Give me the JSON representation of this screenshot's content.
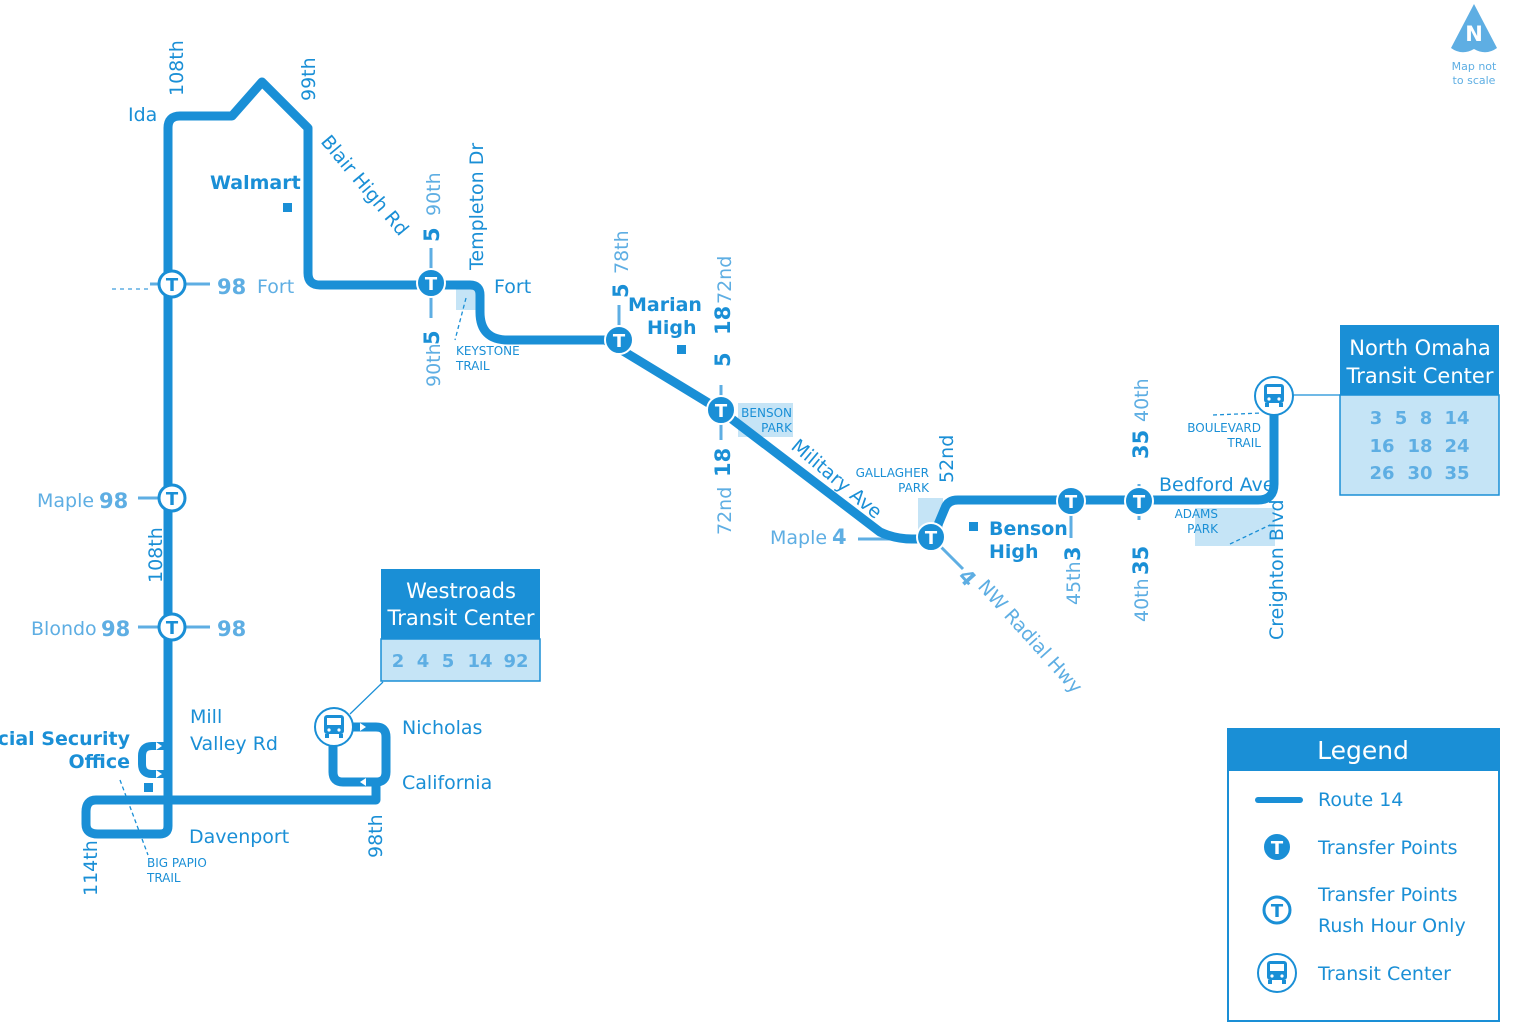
{
  "colors": {
    "route": "#1a8fd6",
    "light_text": "#5eaee3",
    "panel_fill": "#c5e4f6",
    "white": "#ffffff"
  },
  "north_arrow": {
    "letter": "N",
    "note_line1": "Map not",
    "note_line2": "to scale"
  },
  "streets": {
    "ida": "Ida",
    "s108th_top": "108th",
    "s99th": "99th",
    "blair_high_rd": "Blair High Rd",
    "s90th_top": "90th",
    "templeton_dr": "Templeton Dr",
    "fort_east": "Fort",
    "fort_west": "Fort",
    "s78th": "78th",
    "s72nd_top": "72nd",
    "s90th_bottom": "90th",
    "military_ave": "Military Ave",
    "s72nd_bottom": "72nd",
    "maple_east": "Maple",
    "s52nd": "52nd",
    "nw_radial_hwy": "NW Radial Hwy",
    "s45th": "45th",
    "s40th_top": "40th",
    "s40th_bottom": "40th",
    "bedford_ave": "Bedford Ave",
    "creighton_blvd": "Creighton Blvd",
    "maple_west": "Maple",
    "s108th_mid": "108th",
    "blondo": "Blondo",
    "mill": "Mill",
    "valley_rd": "Valley Rd",
    "nicholas": "Nicholas",
    "california": "California",
    "davenport": "Davenport",
    "s98th": "98th",
    "s114th": "114th"
  },
  "landmarks": {
    "walmart": "Walmart",
    "marian_line1": "Marian",
    "marian_line2": "High",
    "benson_line1": "Benson",
    "benson_line2": "High",
    "ssa_line1": "Social Security",
    "ssa_line2": "Office"
  },
  "trails": {
    "keystone_line1": "KEYSTONE",
    "keystone_line2": "TRAIL",
    "benson_park_line1": "BENSON",
    "benson_park_line2": "PARK",
    "gallagher_line1": "GALLAGHER",
    "gallagher_line2": "PARK",
    "boulevard_line1": "BOULEVARD",
    "boulevard_line2": "TRAIL",
    "adams_line1": "ADAMS",
    "adams_line2": "PARK",
    "bigpapio_line1": "BIG PAPIO",
    "bigpapio_line2": "TRAIL"
  },
  "route_numbers": {
    "fort_98": "98",
    "r5_90th_top": "5",
    "r5_90th_bottom": "5",
    "r5_78th": "5",
    "r5_72nd": "5",
    "r18_72nd_top": "18",
    "r18_72nd_bottom": "18",
    "maple_4": "4",
    "radial_4": "4",
    "r3_45th": "3",
    "r35_40th_top": "35",
    "r35_40th_bottom": "35",
    "maple_98": "98",
    "blondo_98_left": "98",
    "blondo_98_right": "98"
  },
  "transit_centers": {
    "north_omaha": {
      "title_line1": "North Omaha",
      "title_line2": "Transit Center",
      "routes": [
        [
          "3",
          "5",
          "8",
          "14"
        ],
        [
          "16",
          "18",
          "24"
        ],
        [
          "26",
          "30",
          "35"
        ]
      ]
    },
    "westroads": {
      "title_line1": "Westroads",
      "title_line2": "Transit Center",
      "routes": [
        "2",
        "4",
        "5",
        "14",
        "92"
      ]
    }
  },
  "legend": {
    "title": "Legend",
    "route": "Route 14",
    "transfer": "Transfer Points",
    "rush_line1": "Transfer Points",
    "rush_line2": "Rush Hour Only",
    "center": "Transit Center"
  },
  "icons": {
    "transfer": "T",
    "transit_center": "bus-icon"
  }
}
